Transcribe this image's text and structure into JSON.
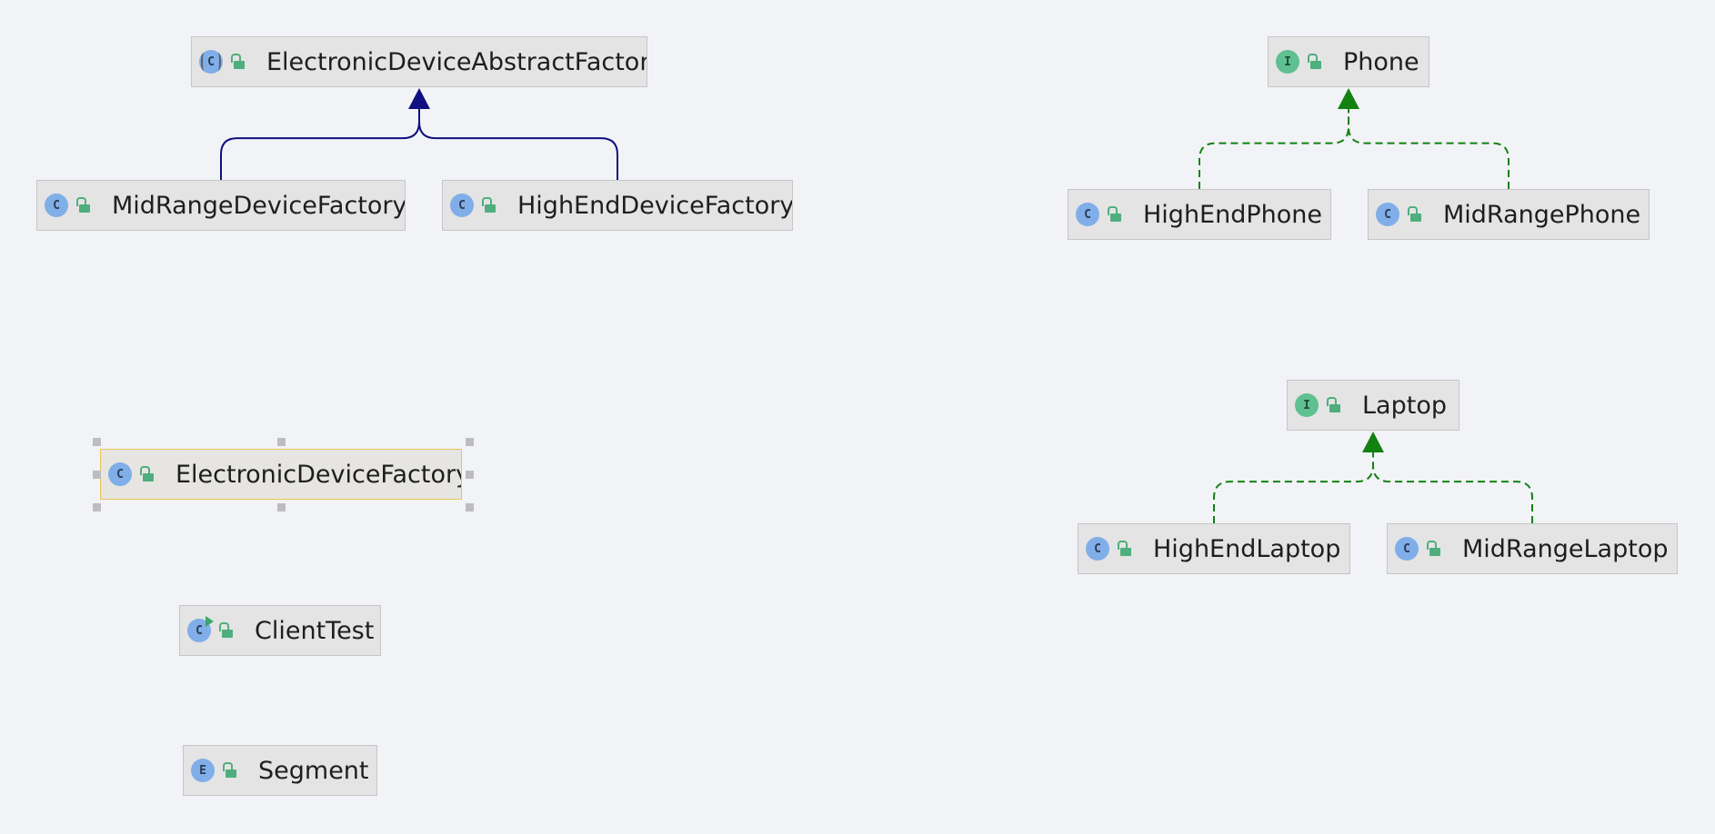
{
  "diagram": {
    "nodes": [
      {
        "id": "electronic-device-abstract-factory",
        "label": "ElectronicDeviceAbstractFactory",
        "kind": "abstract-class",
        "icon": "C",
        "icon_name": "abstract-class-icon",
        "access_icon": "public-lock-icon"
      },
      {
        "id": "mid-range-device-factory",
        "label": "MidRangeDeviceFactory",
        "kind": "class",
        "icon": "C",
        "icon_name": "class-icon",
        "access_icon": "public-lock-icon"
      },
      {
        "id": "high-end-device-factory",
        "label": "HighEndDeviceFactory",
        "kind": "class",
        "icon": "C",
        "icon_name": "class-icon",
        "access_icon": "public-lock-icon"
      },
      {
        "id": "phone",
        "label": "Phone",
        "kind": "interface",
        "icon": "I",
        "icon_name": "interface-icon",
        "access_icon": "public-lock-icon"
      },
      {
        "id": "high-end-phone",
        "label": "HighEndPhone",
        "kind": "class",
        "icon": "C",
        "icon_name": "class-icon",
        "access_icon": "public-lock-icon"
      },
      {
        "id": "mid-range-phone",
        "label": "MidRangePhone",
        "kind": "class",
        "icon": "C",
        "icon_name": "class-icon",
        "access_icon": "public-lock-icon"
      },
      {
        "id": "laptop",
        "label": "Laptop",
        "kind": "interface",
        "icon": "I",
        "icon_name": "interface-icon",
        "access_icon": "public-lock-icon"
      },
      {
        "id": "high-end-laptop",
        "label": "HighEndLaptop",
        "kind": "class",
        "icon": "C",
        "icon_name": "class-icon",
        "access_icon": "public-lock-icon"
      },
      {
        "id": "mid-range-laptop",
        "label": "MidRangeLaptop",
        "kind": "class",
        "icon": "C",
        "icon_name": "class-icon",
        "access_icon": "public-lock-icon"
      },
      {
        "id": "electronic-device-factory",
        "label": "ElectronicDeviceFactory",
        "kind": "class",
        "icon": "C",
        "icon_name": "class-icon",
        "access_icon": "public-lock-icon",
        "selected": true
      },
      {
        "id": "client-test",
        "label": "ClientTest",
        "kind": "runnable-class",
        "icon": "C",
        "icon_name": "runnable-class-icon",
        "access_icon": "public-lock-icon"
      },
      {
        "id": "segment",
        "label": "Segment",
        "kind": "enum",
        "icon": "E",
        "icon_name": "enum-icon",
        "access_icon": "public-lock-icon"
      }
    ],
    "edges": [
      {
        "from": "mid-range-device-factory",
        "to": "electronic-device-abstract-factory",
        "type": "extends"
      },
      {
        "from": "high-end-device-factory",
        "to": "electronic-device-abstract-factory",
        "type": "extends"
      },
      {
        "from": "high-end-phone",
        "to": "phone",
        "type": "implements"
      },
      {
        "from": "mid-range-phone",
        "to": "phone",
        "type": "implements"
      },
      {
        "from": "high-end-laptop",
        "to": "laptop",
        "type": "implements"
      },
      {
        "from": "mid-range-laptop",
        "to": "laptop",
        "type": "implements"
      }
    ],
    "colors": {
      "background": "#f2f3f6",
      "extends_edge": "#101080",
      "implements_edge": "#128212",
      "selection_border": "#e6c556",
      "class_icon": "#80aee8",
      "interface_icon": "#5fc092",
      "access_icon": "#4fae7d"
    }
  }
}
